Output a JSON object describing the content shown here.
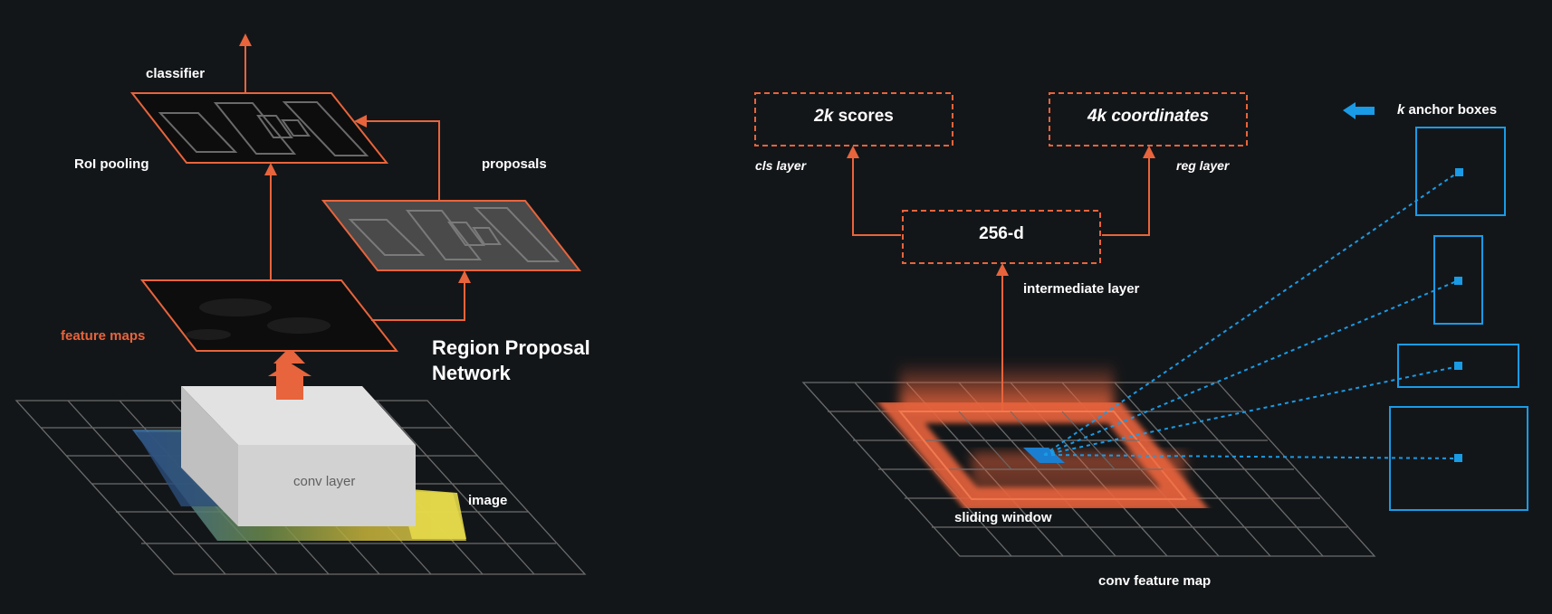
{
  "left_diagram": {
    "classifier": "classifier",
    "roi_pooling": "RoI pooling",
    "proposals": "proposals",
    "feature_maps": "feature maps",
    "rpn_line1": "Region Proposal",
    "rpn_line2": "Network",
    "conv_layer": "conv layer",
    "image": "image"
  },
  "right_diagram": {
    "scores_k": "2k",
    "scores_text": " scores",
    "coords": "4k coordinates",
    "cls_layer": "cls layer",
    "reg_layer": "reg layer",
    "vector": "256-d",
    "intermediate": "intermediate layer",
    "anchors_k": "k",
    "anchors_text": " anchor boxes",
    "sliding_window": "sliding window",
    "conv_feature_map": "conv feature map"
  },
  "colors": {
    "accent": "#e8643c",
    "anchor_blue": "#1a9be6",
    "grid": "#6b6b6b",
    "background": "#131619"
  }
}
